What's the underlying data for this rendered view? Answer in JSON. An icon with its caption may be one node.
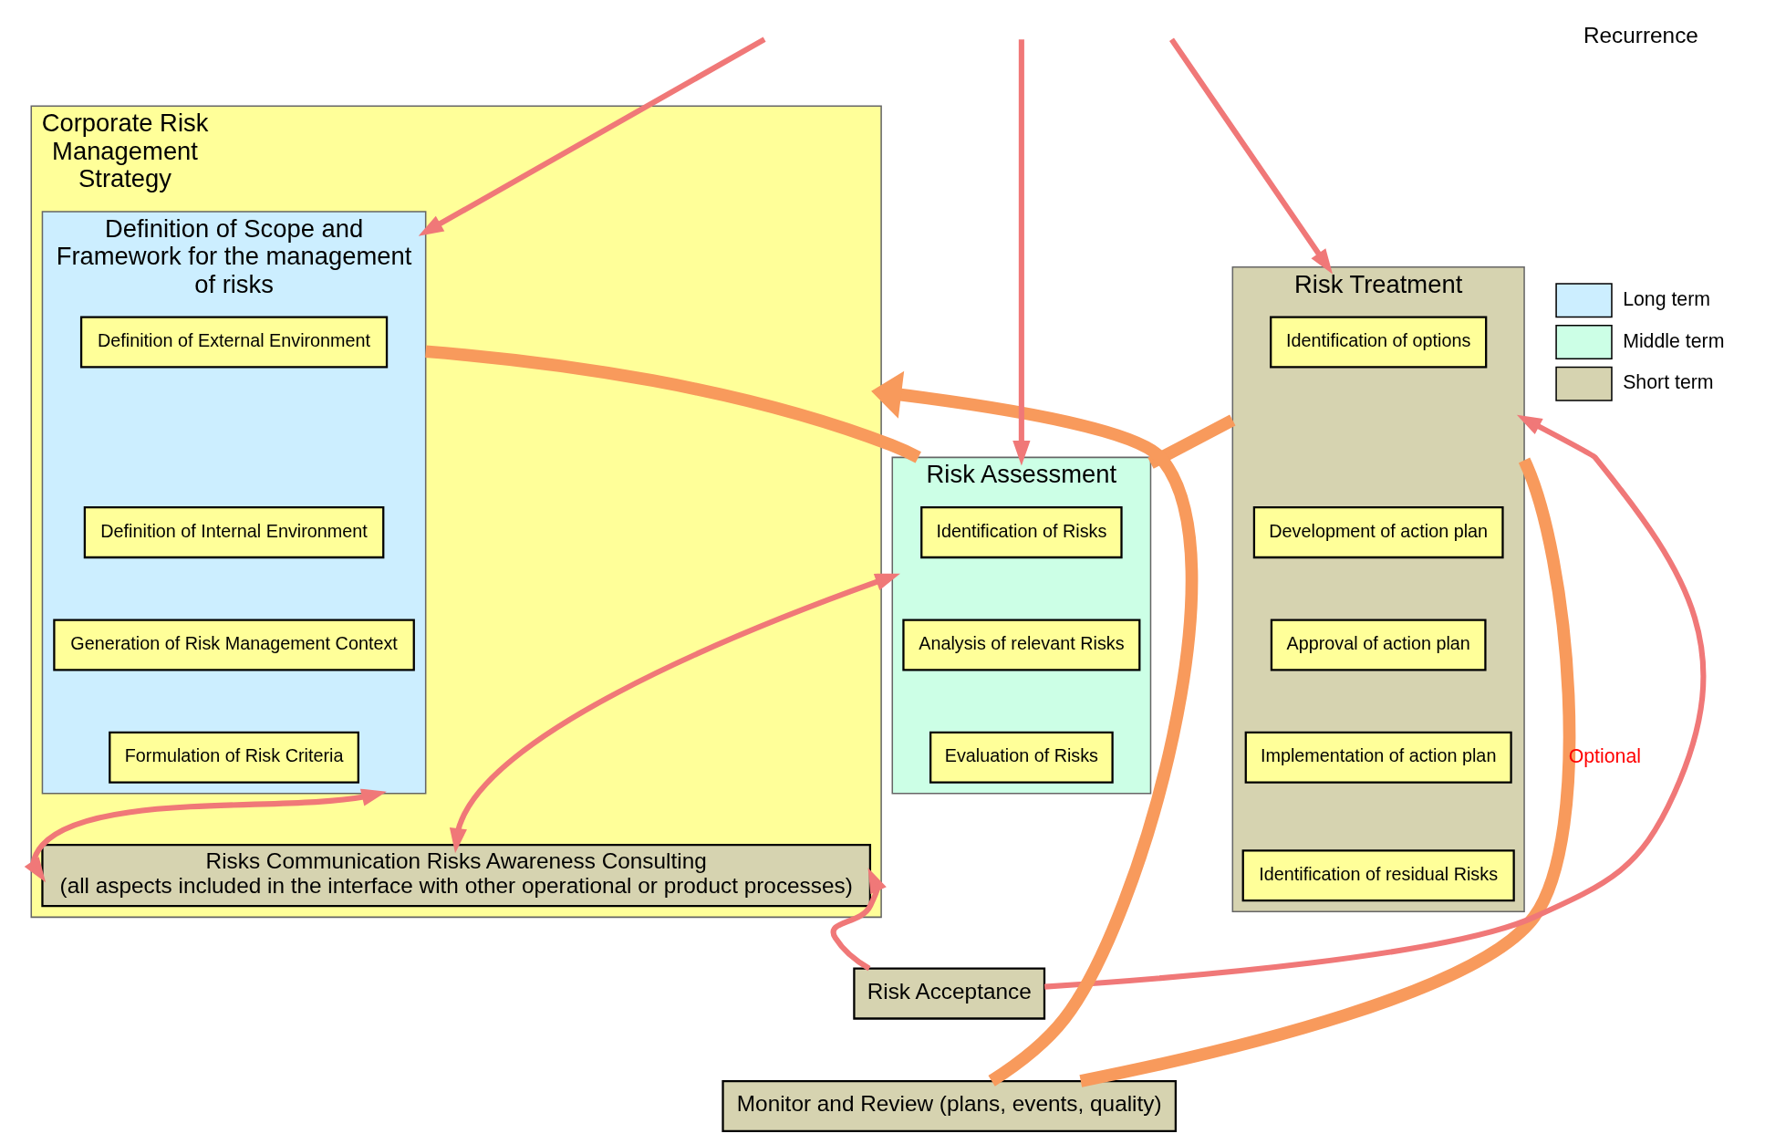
{
  "diagram": {
    "nodes": [
      {
        "text": [
          "Corporate Risk Management Strategy"
        ]
      },
      {
        "text": [
          "Definition of Scope and Framework for the management of risks"
        ],
        "in": 0
      },
      {
        "text": [
          "Definition of External Environment"
        ],
        "in": 1
      },
      {
        "text": [
          "Definition of Internal Environment"
        ],
        "in": 1
      },
      {
        "text": [
          "Generation of Risk Management Context"
        ],
        "in": 1
      },
      {
        "text": [
          "Formulation of Risk Criteria"
        ],
        "in": 1
      },
      {
        "text": [
          "Risk Assessment"
        ]
      },
      {
        "text": [
          "Identification of Risks"
        ],
        "in": 6
      },
      {
        "text": [
          "Analysis of relevant Risks"
        ],
        "in": 6
      },
      {
        "text": [
          "Evaluation of Risks"
        ],
        "in": 6
      },
      {
        "text": [
          "Risk Treatment"
        ]
      },
      {
        "text": [
          "Identification of options"
        ],
        "in": 10
      },
      {
        "text": [
          "Development of action plan"
        ],
        "in": 10
      },
      {
        "text": [
          "Approval of action plan"
        ],
        "in": 10
      },
      {
        "text": [
          "Implementation of action plan"
        ],
        "in": 10
      },
      {
        "text": [
          "Identification of residual Risks"
        ],
        "in": 10
      },
      {
        "text": [
          "Risks Communication Risks Awareness Consulting",
          "(all aspects included in the interface with other operational or product processes)"
        ],
        "in": 0
      },
      {
        "text": [
          "Risk Acceptance"
        ]
      },
      {
        "text": [
          "Monitor and Review (plans, events, quality)"
        ]
      }
    ],
    "edges": [
      {
        "from": null,
        "to": 1,
        "arrow": "to"
      },
      {
        "from": null,
        "to": 6,
        "arrow": "to"
      },
      {
        "from": null,
        "to": 10,
        "arrow": "to"
      },
      {
        "from": 1,
        "to": 6,
        "arrow": "none",
        "style": "thick",
        "color": "#f89a5c"
      },
      {
        "from": 6,
        "to": 10,
        "arrow": "none",
        "style": "thick",
        "color": "#f89a5c"
      },
      {
        "from": 6,
        "to": 16,
        "arrow": "both"
      },
      {
        "from": 1,
        "to": 16,
        "arrow": "both"
      },
      {
        "from": 17,
        "to": 16,
        "arrow": "to"
      },
      {
        "from": 17,
        "to": 10,
        "arrow": "to"
      },
      {
        "from": 10,
        "to": 18,
        "arrow": "none",
        "label": "Optional",
        "style": "thick",
        "color": "#f89a5c"
      },
      {
        "from": 18,
        "to": 0,
        "arrow": "to",
        "style": "thick",
        "color": "#f89a5c"
      }
    ],
    "labels": [
      "Recurrence"
    ],
    "legend": [
      {
        "text": "Long term",
        "color": "#cceeff"
      },
      {
        "text": "Middle term",
        "color": "#ccffe6"
      },
      {
        "text": "Short term",
        "color": "#d6d3b0"
      }
    ]
  }
}
